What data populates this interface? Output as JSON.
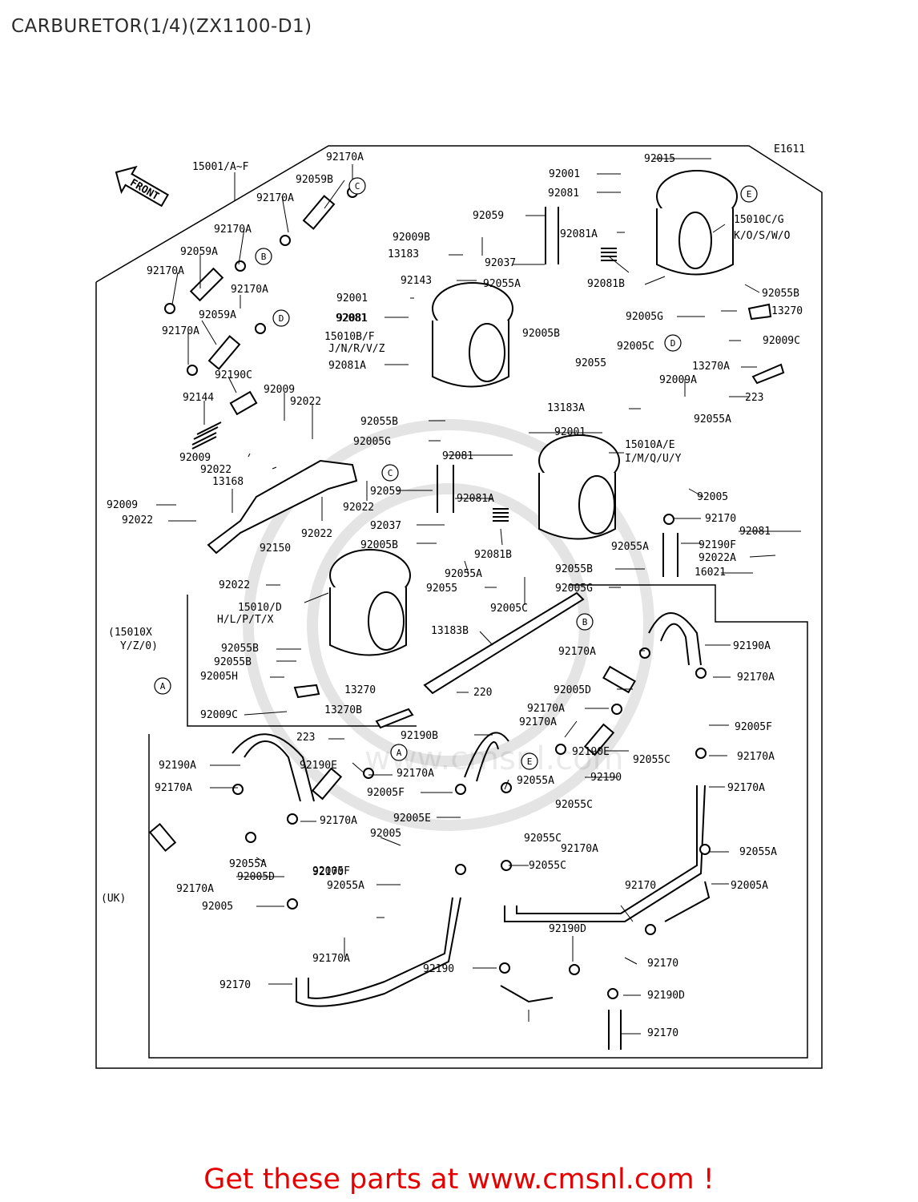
{
  "page": {
    "title": "CARBURETOR(1/4)(ZX1100-D1)",
    "footer": "Get these parts at www.cmsnl.com !"
  },
  "diagram": {
    "code": "E1611",
    "front_label": "FRONT",
    "variant_label_1": "(15010X",
    "variant_label_2": "Y/Z/0)",
    "uk_label": "(UK)",
    "watermark": "www.cmsnl.com",
    "callouts": [
      "A",
      "B",
      "C",
      "D",
      "E"
    ],
    "labels": [
      "15001/A~F",
      "92170A",
      "92059B",
      "92170A",
      "92170A",
      "92059A",
      "92170A",
      "92170A",
      "92059A",
      "92170A",
      "92190C",
      "92144",
      "92009",
      "92022",
      "92009",
      "92022",
      "13168",
      "92009",
      "92022",
      "92022",
      "92022",
      "92022",
      "92150",
      "15010/D",
      "H/L/P/T/X",
      "92055B",
      "92055B",
      "92005H",
      "92009C",
      "13270",
      "13270B",
      "223",
      "92001",
      "92081",
      "92015",
      "92081",
      "92059",
      "92009B",
      "13183",
      "92037",
      "92143",
      "92055A",
      "92001",
      "92081",
      "15010B/F",
      "J/N/R/V/Z",
      "92081A",
      "92005B",
      "92081A",
      "92081B",
      "15010C/G",
      "K/O/S/W/O",
      "92055B",
      "13270",
      "92005G",
      "92009C",
      "92005C",
      "92055",
      "92009A",
      "13270A",
      "13183A",
      "223",
      "92055A",
      "92001",
      "15010A/E",
      "I/M/Q/U/Y",
      "92055B",
      "92005G",
      "92081",
      "92059",
      "92081A",
      "92037",
      "92005B",
      "92081B",
      "92055A",
      "92055",
      "92005C",
      "92005",
      "92170",
      "92081",
      "92190F",
      "92022A",
      "92055A",
      "92055B",
      "16021",
      "92005G",
      "13183B",
      "220",
      "92170A",
      "92190A",
      "92170A",
      "92005D",
      "92170A",
      "92170A",
      "92005F",
      "92190E",
      "92055C",
      "92170A",
      "92190B",
      "92190A",
      "92190E",
      "92170A",
      "92170A",
      "92005F",
      "92055A",
      "92190",
      "92170A",
      "92170A",
      "92005E",
      "92055C",
      "92005",
      "92055C",
      "92055A",
      "92170",
      "92170A",
      "92005D",
      "92005F",
      "92055C",
      "92170A",
      "92055A",
      "92005",
      "92170A",
      "92055A",
      "92170",
      "92190D",
      "92170",
      "92190",
      "92170",
      "92005A",
      "92190D",
      "92170",
      "92190G"
    ]
  }
}
